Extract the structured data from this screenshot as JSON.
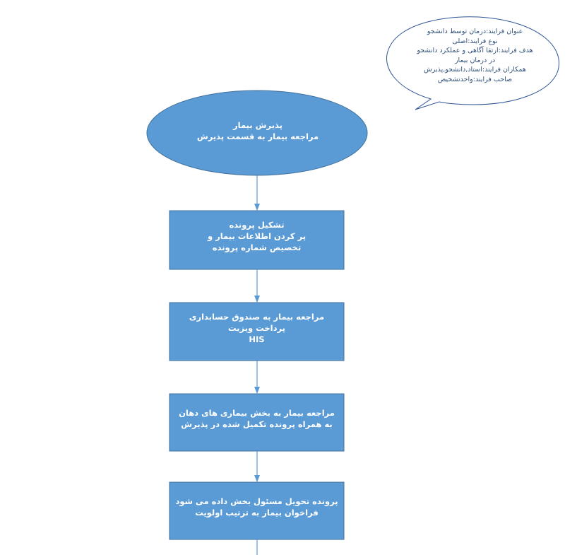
{
  "info_bubble": {
    "lines": [
      "عنوان فرایند:درمان توسط دانشجو",
      "نوع فرایند:اصلی",
      "هدف فرایند:ارتقا آگاهی و عملکرد دانشجو",
      "در درمان بیمار",
      "همکاران فرایند:استاد,دانشجو,پذیرش",
      "صاحب فرایند:واحدتشخیص"
    ]
  },
  "start": {
    "lines": [
      "پذیرش بیمار",
      "مراجعه بیمار به قسمت پذیرش"
    ]
  },
  "steps": [
    {
      "lines": [
        "تشکیل پرونده",
        "پر کردن اطلاعات بیمار و",
        "تخصیص شماره پرونده"
      ]
    },
    {
      "lines": [
        "مراجعه بیمار به صندوق حسابداری",
        "پرداخت ویزیت",
        "HIS"
      ]
    },
    {
      "lines": [
        "مراجعه بیمار به بخش بیماری های دهان",
        "به همراه پرونده تکمیل شده در پذیرش"
      ]
    },
    {
      "lines": [
        "پرونده تحویل مسئول بخش داده می شود",
        "فراخوان بیمار به ترتیب اولویت"
      ]
    }
  ],
  "colors": {
    "fill": "#5b9bd5",
    "stroke": "#41719c",
    "bubble_stroke": "#2f5597"
  }
}
